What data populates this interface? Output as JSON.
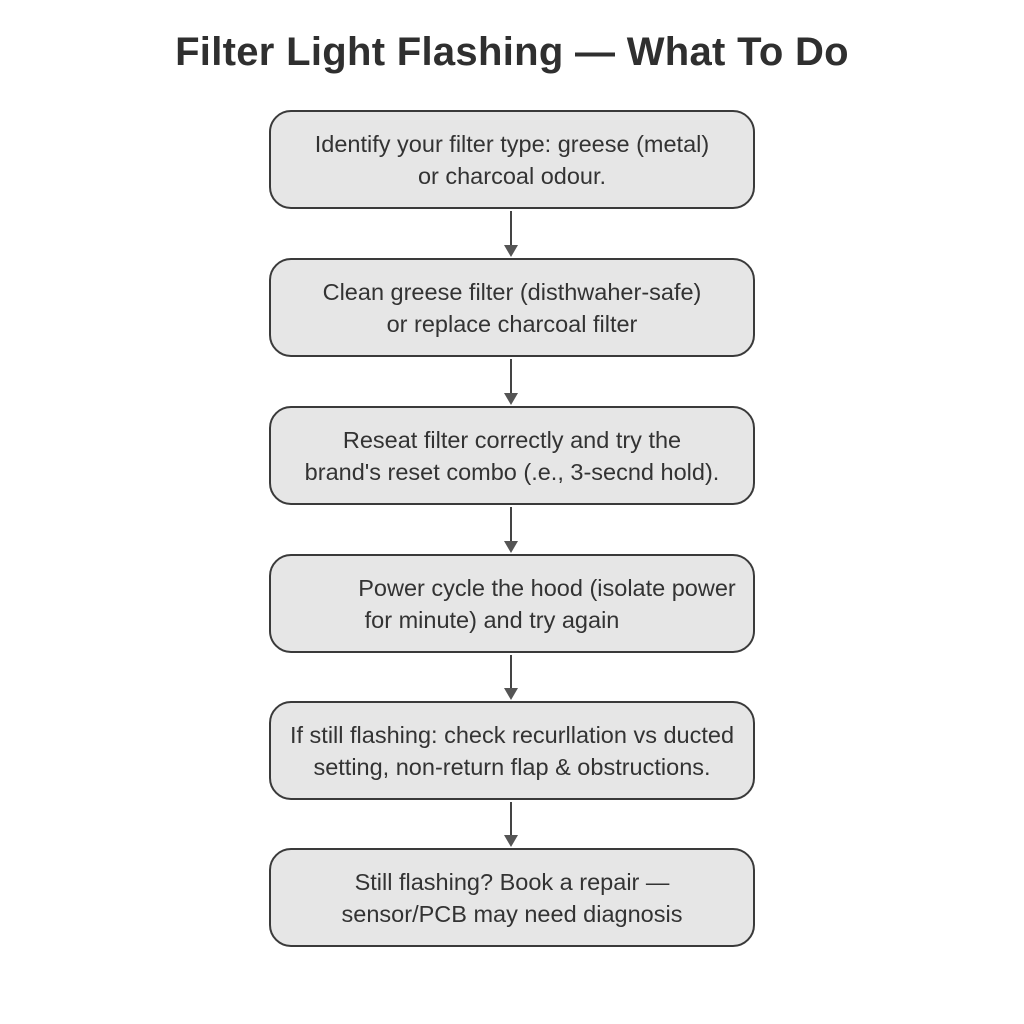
{
  "title": "Filter Light Flashing — What To Do",
  "steps": [
    {
      "lines": [
        "Identify your filter type: greese (metal)",
        "or charcoal odour."
      ]
    },
    {
      "lines": [
        "Clean greese filter (disthwaher-safe)",
        "or replace charcoal filter"
      ]
    },
    {
      "lines": [
        "Reseat filter correctly and try the",
        "brand's reset combo (.e., 3-secnd hold)."
      ]
    },
    {
      "lines": [
        "Power cycle the hood (isolate power",
        "for minute) and try again"
      ]
    },
    {
      "lines": [
        "If still flashing: check recurllation vs ducted",
        "setting, non-return flap & obstructions."
      ]
    },
    {
      "lines": [
        "Still flashing? Book a repair —",
        "sensor/PCB may need diagnosis"
      ]
    }
  ]
}
